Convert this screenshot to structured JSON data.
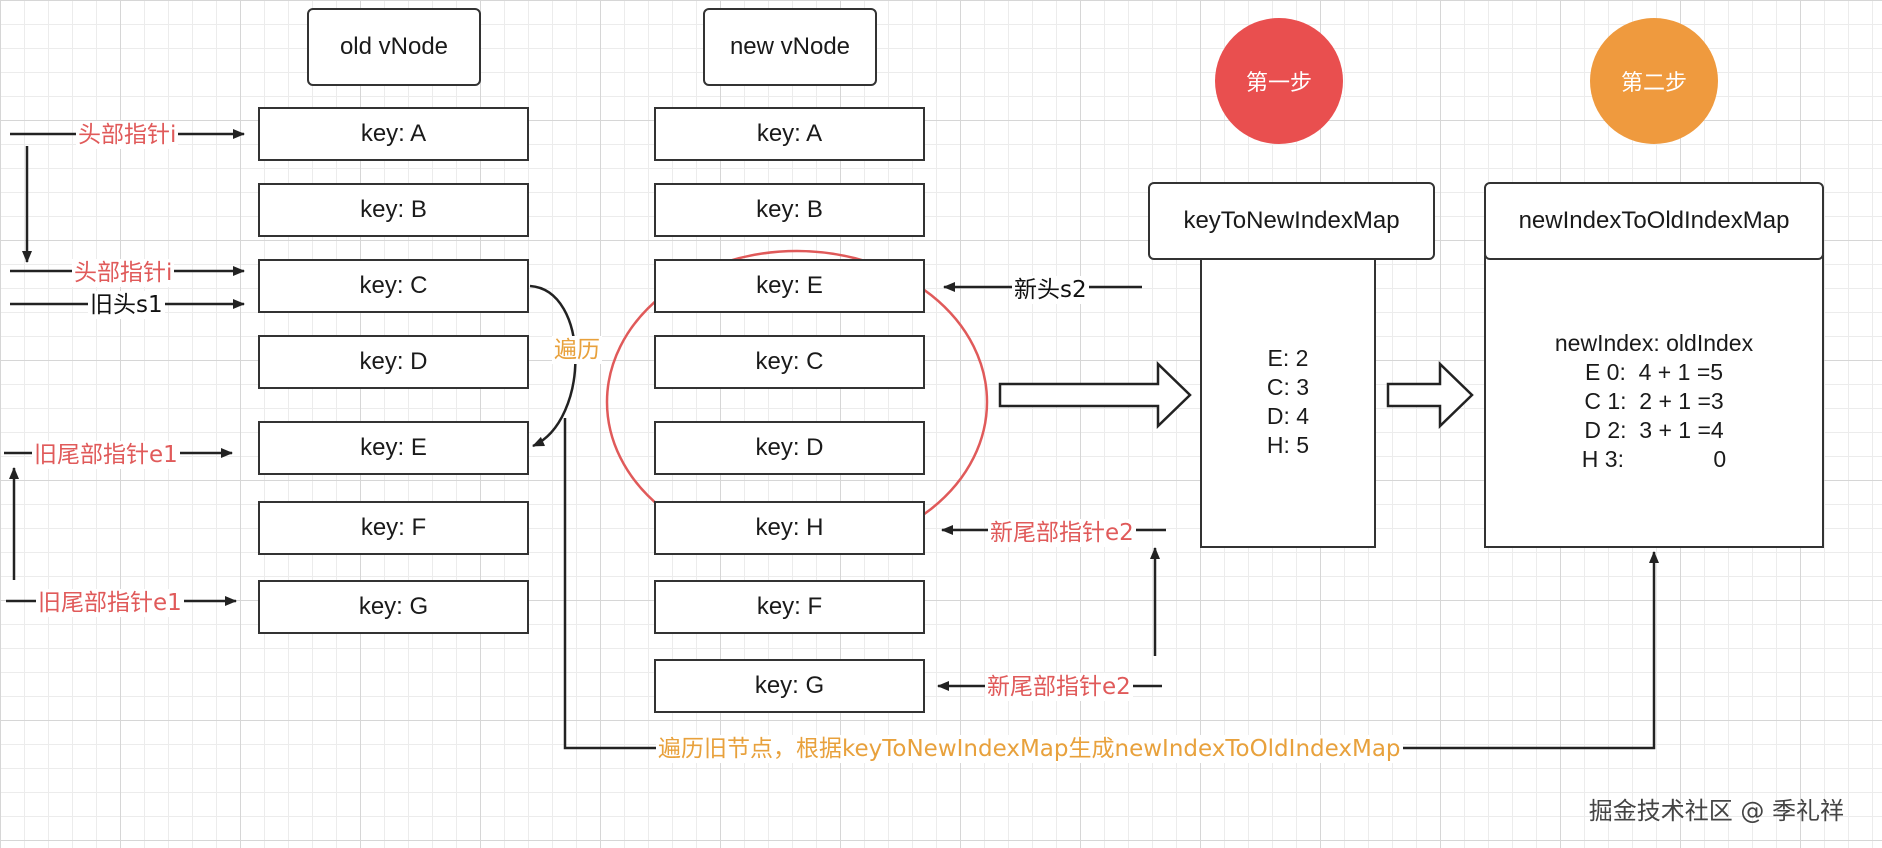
{
  "old_vnode": {
    "title": "old vNode",
    "items": [
      "key: A",
      "key: B",
      "key: C",
      "key: D",
      "key: E",
      "key: F",
      "key: G"
    ]
  },
  "new_vnode": {
    "title": "new vNode",
    "items": [
      "key: A",
      "key: B",
      "key: E",
      "key: C",
      "key: D",
      "key: H",
      "key: F",
      "key: G"
    ]
  },
  "steps": {
    "step1": "第一步",
    "step2": "第二步"
  },
  "key_to_new_index_map": {
    "title": "keyToNewIndexMap",
    "rows": [
      "E: 2",
      "C: 3",
      "D: 4",
      "H: 5"
    ]
  },
  "new_index_to_old_index_map": {
    "title": "newIndexToOldIndexMap",
    "header": "newIndex: oldIndex",
    "rows": [
      "E 0:  4 + 1 =5",
      "C 1:  2 + 1 =3",
      "D 2:  3 + 1 =4",
      "H 3:              0"
    ]
  },
  "labels": {
    "head_pointer_1": "头部指针i",
    "head_pointer_2": "头部指针i",
    "old_head": "旧头s1",
    "old_tail_1": "旧尾部指针e1",
    "old_tail_2": "旧尾部指针e1",
    "traverse": "遍历",
    "new_head": "新头s2",
    "new_tail_1": "新尾部指针e2",
    "new_tail_2": "新尾部指针e2",
    "bottom_note": "遍历旧节点，根据keyToNewIndexMap生成newIndexToOldIndexMap"
  },
  "watermark": "掘金技术社区 @ 季礼祥",
  "colors": {
    "red_label": "#e05a5a",
    "orange_label": "#e8a13c",
    "step1_fill": "#e94f4f",
    "step2_fill": "#ef9a3e",
    "ellipse": "#e05a5a",
    "stroke": "#333333"
  }
}
